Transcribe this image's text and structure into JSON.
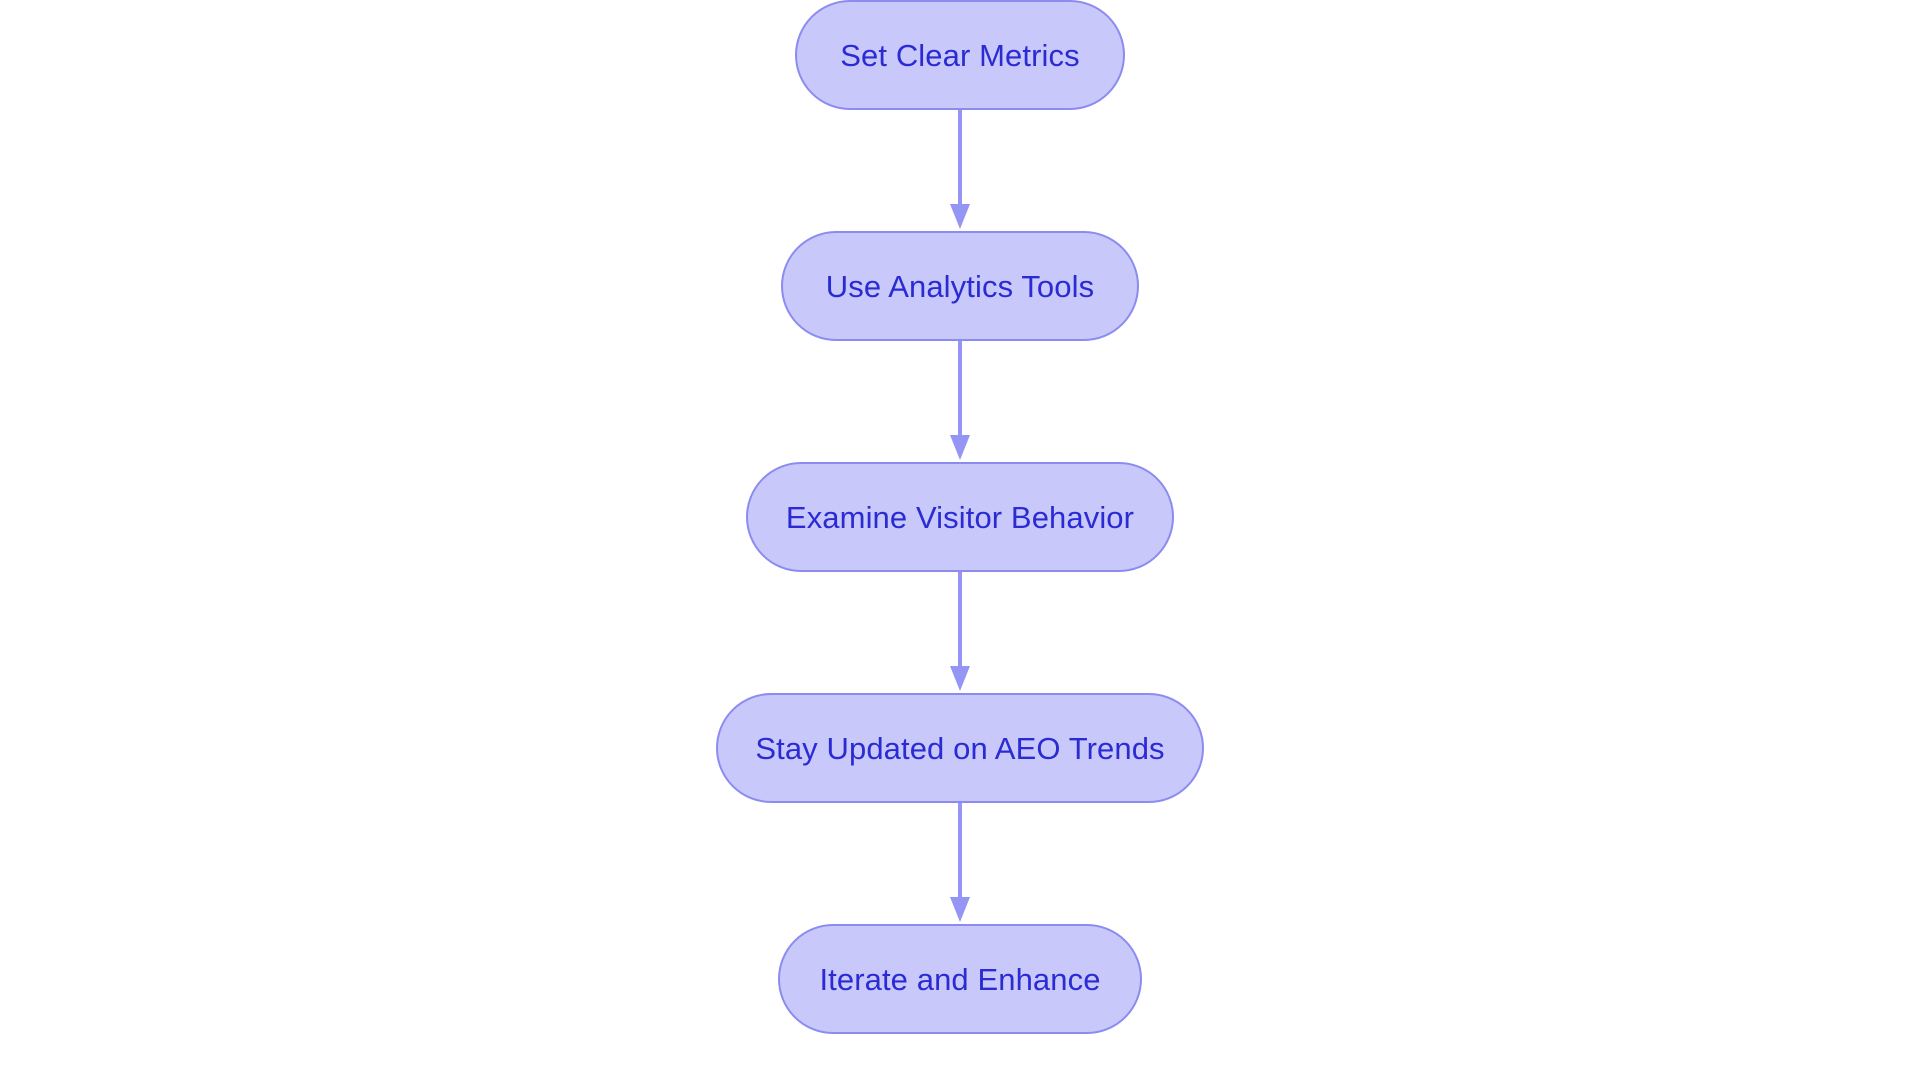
{
  "diagram": {
    "type": "flowchart",
    "orientation": "vertical-top-to-bottom",
    "title": "",
    "background_color": "#ffffff",
    "node_style": {
      "shape": "stadium",
      "fill_color": "#c8c8fa",
      "border_color": "#8c8cf0",
      "text_color": "#2b2bd4"
    },
    "edge_style": {
      "line_color": "#9595f5",
      "arrowhead": "filled-triangle-down",
      "label": ""
    },
    "nodes": [
      {
        "id": "node-1",
        "label": "Set Clear Metrics"
      },
      {
        "id": "node-2",
        "label": "Use Analytics Tools"
      },
      {
        "id": "node-3",
        "label": "Examine Visitor Behavior"
      },
      {
        "id": "node-4",
        "label": "Stay Updated on AEO Trends"
      },
      {
        "id": "node-5",
        "label": "Iterate and Enhance"
      }
    ],
    "edges": [
      {
        "id": "edge-1",
        "from": "node-1",
        "to": "node-2",
        "label": ""
      },
      {
        "id": "edge-2",
        "from": "node-2",
        "to": "node-3",
        "label": ""
      },
      {
        "id": "edge-3",
        "from": "node-3",
        "to": "node-4",
        "label": ""
      },
      {
        "id": "edge-4",
        "from": "node-4",
        "to": "node-5",
        "label": ""
      }
    ]
  }
}
